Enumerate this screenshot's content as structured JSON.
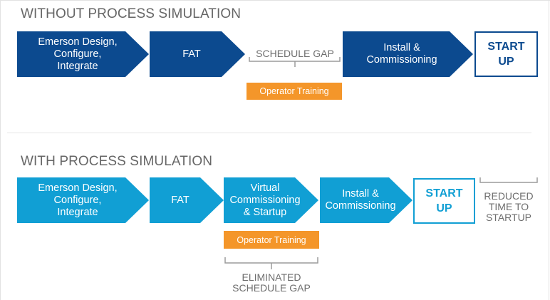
{
  "top": {
    "title": "WITHOUT PROCESS SIMULATION",
    "steps": [
      {
        "label": "Emerson Design,\nConfigure,\nIntegrate"
      },
      {
        "label": "FAT"
      },
      {
        "label": "Install &\nCommissioning"
      }
    ],
    "gap_label": "SCHEDULE GAP",
    "training_label": "Operator Training",
    "start_label": "START\nUP"
  },
  "bottom": {
    "title": "WITH PROCESS SIMULATION",
    "steps": [
      {
        "label": "Emerson Design,\nConfigure,\nIntegrate"
      },
      {
        "label": "FAT"
      },
      {
        "label": "Virtual\nCommissioning\n& Startup"
      },
      {
        "label": "Install &\nCommissioning"
      }
    ],
    "training_label": "Operator Training",
    "start_label": "START\nUP",
    "reduced_label": "REDUCED\nTIME TO\nSTARTUP",
    "eliminated_label": "ELIMINATED\nSCHEDULE GAP"
  },
  "colors": {
    "dark_blue": "#0c4a8f",
    "light_blue": "#119fd4",
    "orange": "#f4962a",
    "gray_text": "#6e6e6e"
  }
}
